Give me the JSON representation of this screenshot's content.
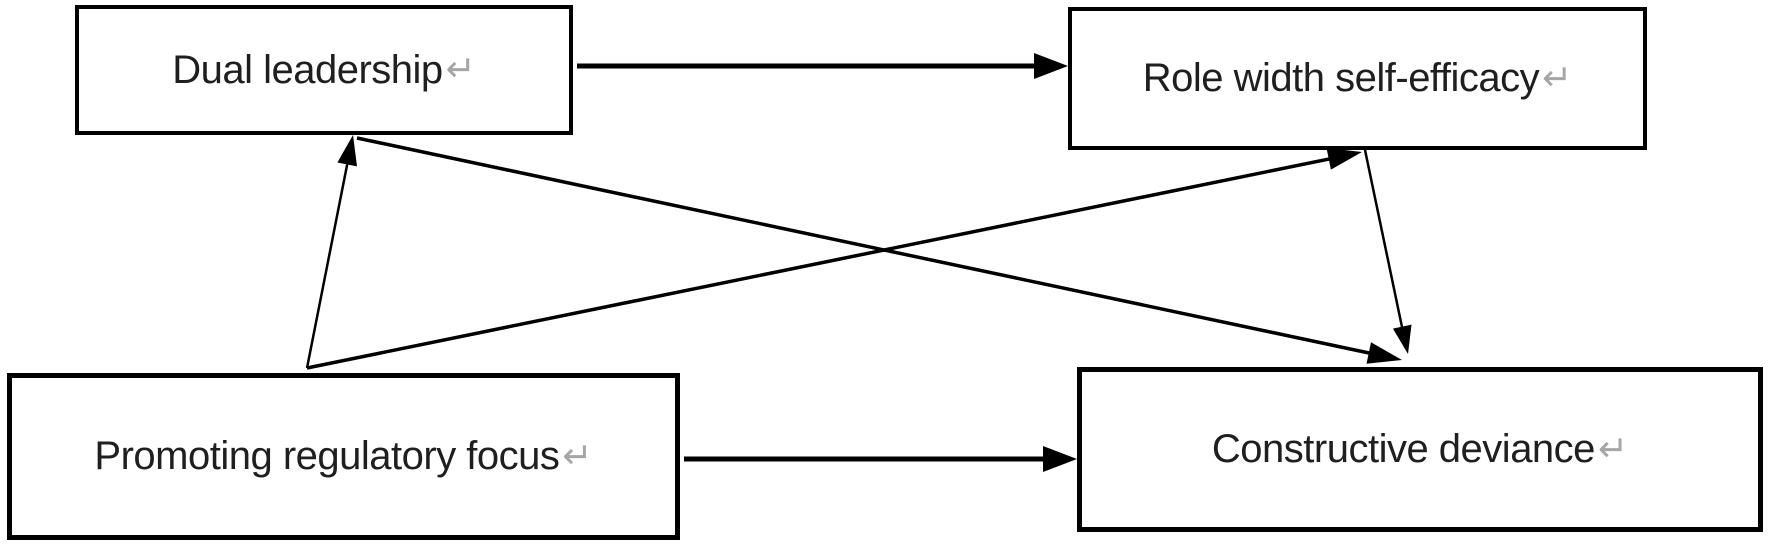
{
  "diagram": {
    "return_mark": "↵",
    "colors": {
      "background": "#ffffff",
      "box_border": "#000000",
      "arrow": "#000000",
      "text": "#1f1f1f",
      "return_mark": "#a6a6a6"
    },
    "nodes": [
      {
        "id": "dual-leadership",
        "label": "Dual leadership"
      },
      {
        "id": "role-width-self-efficacy",
        "label": "Role width self-efficacy"
      },
      {
        "id": "promoting-regulatory-focus",
        "label": "Promoting regulatory focus"
      },
      {
        "id": "constructive-deviance",
        "label": "Constructive deviance"
      }
    ],
    "edges": [
      {
        "from": "Dual leadership",
        "to": "Role width self-efficacy"
      },
      {
        "from": "Promoting regulatory focus",
        "to": "Constructive deviance"
      },
      {
        "from": "Promoting regulatory focus",
        "to": "Dual leadership"
      },
      {
        "from": "Promoting regulatory focus",
        "to": "Role width self-efficacy"
      },
      {
        "from": "Dual leadership",
        "to": "Constructive deviance"
      },
      {
        "from": "Role width self-efficacy",
        "to": "Constructive deviance"
      }
    ]
  }
}
